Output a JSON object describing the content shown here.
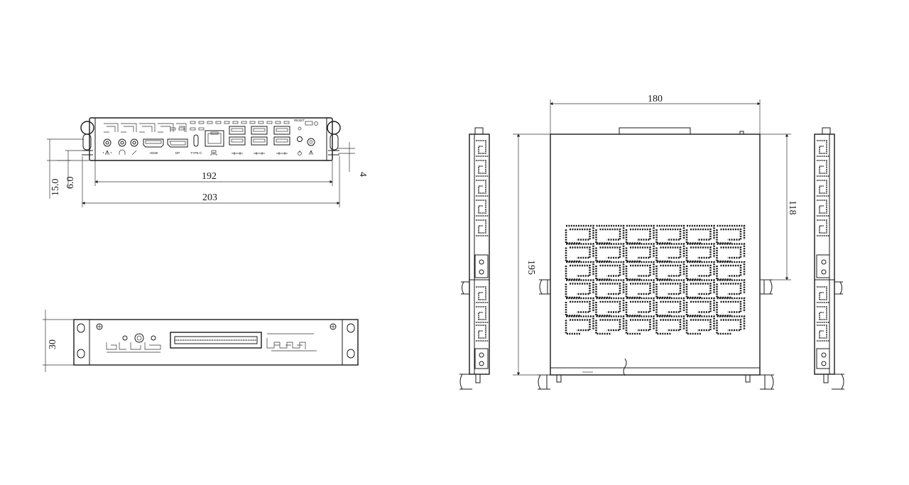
{
  "dimensions": {
    "front_width_inner": "192",
    "front_width_outer": "203",
    "front_height_total": "15.0",
    "front_height_partial": "6.0",
    "front_right_offset": "4",
    "rear_height": "30",
    "top_width": "180",
    "top_depth": "195",
    "top_partial": "118"
  },
  "port_labels": {
    "hdmi": "HDMI",
    "dp": "DP",
    "typec": "TYPE-C",
    "reset": "RESET"
  },
  "icons": [
    "antenna-icon",
    "headphone-icon",
    "mic-icon",
    "lan-icon",
    "usb-icon",
    "power-icon"
  ]
}
